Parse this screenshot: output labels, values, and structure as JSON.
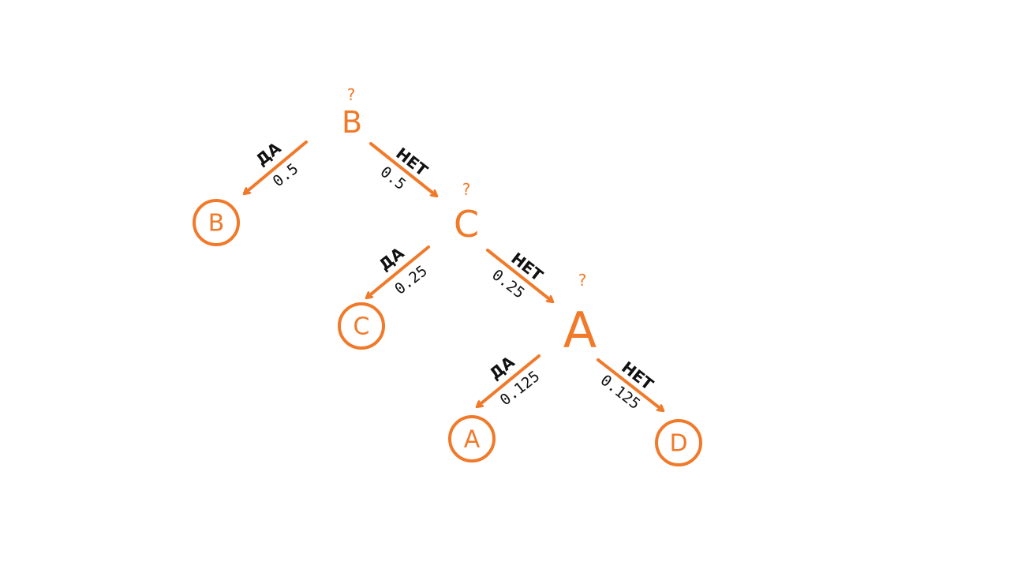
{
  "colors": {
    "accent": "#f07a2a",
    "text": "#111111"
  },
  "nodes": [
    {
      "id": "q1",
      "label": "B",
      "question_mark": "?"
    },
    {
      "id": "q2",
      "label": "C",
      "question_mark": "?"
    },
    {
      "id": "q3",
      "label": "A",
      "question_mark": "?"
    }
  ],
  "leaves": [
    {
      "id": "leaf-b",
      "label": "B"
    },
    {
      "id": "leaf-c",
      "label": "C"
    },
    {
      "id": "leaf-a",
      "label": "A"
    },
    {
      "id": "leaf-d",
      "label": "D"
    }
  ],
  "edges": [
    {
      "from": "q1",
      "to": "leaf-b",
      "answer": "ДА",
      "probability": "0.5"
    },
    {
      "from": "q1",
      "to": "q2",
      "answer": "НЕТ",
      "probability": "0.5"
    },
    {
      "from": "q2",
      "to": "leaf-c",
      "answer": "ДА",
      "probability": "0.25"
    },
    {
      "from": "q2",
      "to": "q3",
      "answer": "НЕТ",
      "probability": "0.25"
    },
    {
      "from": "q3",
      "to": "leaf-a",
      "answer": "ДА",
      "probability": "0.125"
    },
    {
      "from": "q3",
      "to": "leaf-d",
      "answer": "НЕТ",
      "probability": "0.125"
    }
  ]
}
